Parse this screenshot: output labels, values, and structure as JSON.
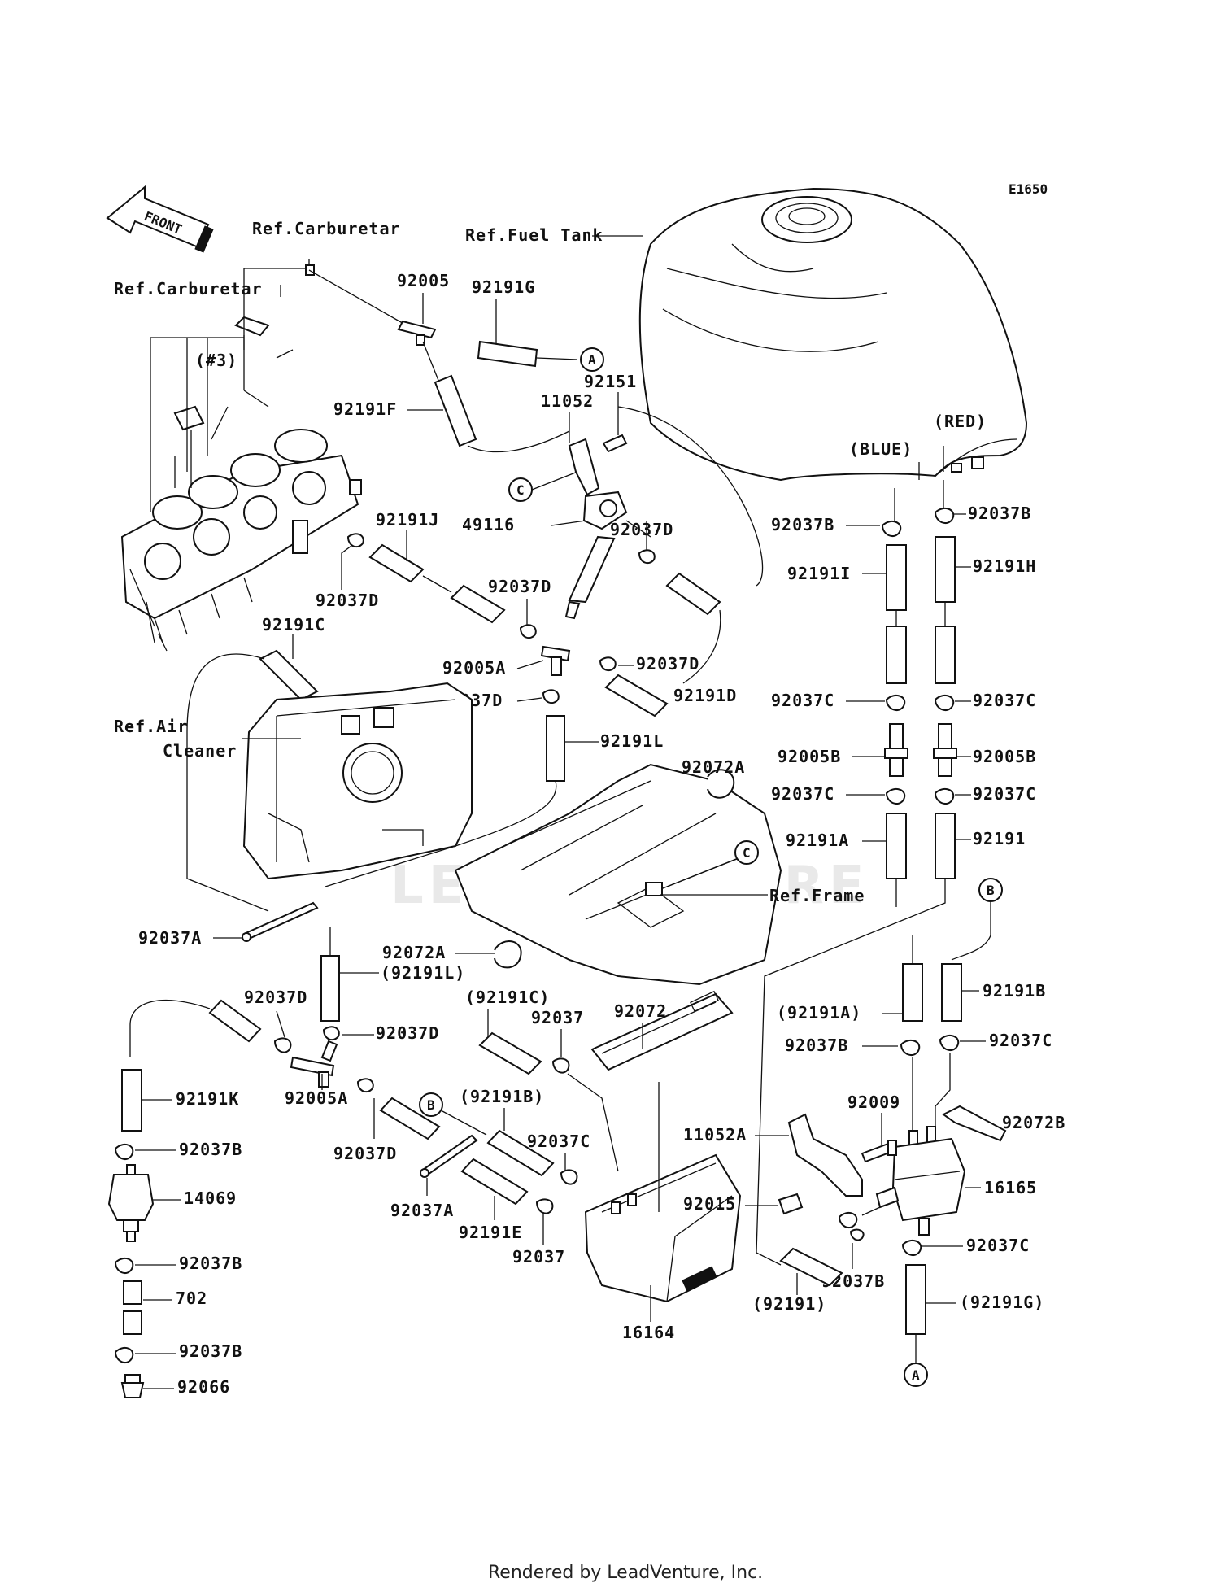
{
  "diagram_code": "E1650",
  "footer": "Rendered by LeadVenture, Inc.",
  "watermark": "LEADVENTURE",
  "front_arrow": "FRONT",
  "callouts": {
    "A": "A",
    "B": "B",
    "C": "C"
  },
  "labels": {
    "ref_carb_1": "Ref.Carburetar",
    "ref_carb_2": "Ref.Carburetar",
    "num3": "(#3)",
    "ref_fuel_tank": "Ref.Fuel Tank",
    "ref_air_1": "Ref.Air",
    "ref_air_2": "Cleaner",
    "ref_frame": "Ref.Frame",
    "red": "(RED)",
    "blue": "(BLUE)",
    "p92005": "92005",
    "p92191G": "92191G",
    "p92191F": "92191F",
    "p92151": "92151",
    "p11052": "11052",
    "p49116": "49116",
    "p92191J": "92191J",
    "p92037D_a": "92037D",
    "p92037D_b": "92037D",
    "p92037D_c": "92037D",
    "p92037D_d": "92037D",
    "p92037D_e": "92037D",
    "p92037D_f": "92037D",
    "p92037D_g": "92037D",
    "p92037D_h": "92037D",
    "p92191C": "92191C",
    "p92005A_a": "92005A",
    "p92005A_b": "92005A",
    "p92191D": "92191D",
    "p92191L": "92191L",
    "p92072A_a": "92072A",
    "p92072A_b": "92072A",
    "p92037A_a": "92037A",
    "p92037A_b": "92037A",
    "p92191L_paren": "(92191L)",
    "p92191C_paren": "(92191C)",
    "p92037_a": "92037",
    "p92037_b": "92037",
    "p92072": "92072",
    "p92191B_paren": "(92191B)",
    "p92037C_mid": "92037C",
    "p92191E": "92191E",
    "p16164": "16164",
    "p92191K": "92191K",
    "p92037B_l1": "92037B",
    "p92037B_l2": "92037B",
    "p92037B_l3": "92037B",
    "p14069": "14069",
    "p702": "702",
    "p92066": "92066",
    "p92037B_r1": "92037B",
    "p92037B_r2": "92037B",
    "p92191I": "92191I",
    "p92191H": "92191H",
    "p92037C_r1": "92037C",
    "p92037C_r2": "92037C",
    "p92005B_l": "92005B",
    "p92005B_r": "92005B",
    "p92037C_r3": "92037C",
    "p92037C_r4": "92037C",
    "p92191A": "92191A",
    "p92191": "92191",
    "p92191A_paren": "(92191A)",
    "p92191B": "92191B",
    "p92037B_r3": "92037B",
    "p92037C_r5": "92037C",
    "p92009": "92009",
    "p92072B": "92072B",
    "p11052A": "11052A",
    "p16165": "16165",
    "p92015": "92015",
    "p92037C_r6": "92037C",
    "p92037B_r4": "92037B",
    "p92191_paren": "(92191)",
    "p92191G_paren": "(92191G)"
  }
}
